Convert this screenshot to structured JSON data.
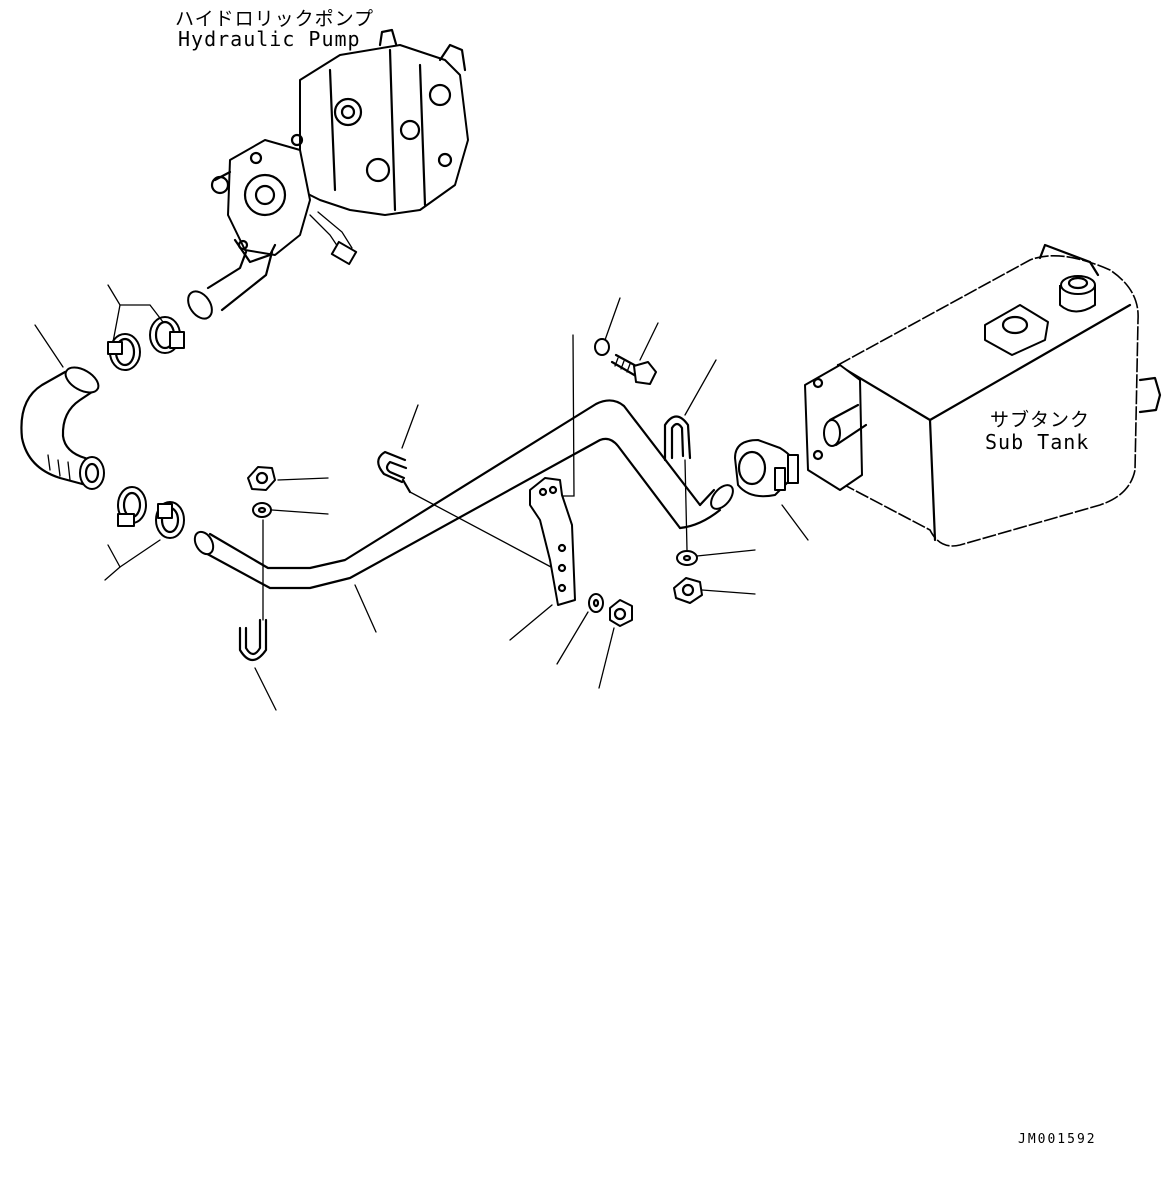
{
  "labels": {
    "pump_jp": "ハイドロリックポンプ",
    "pump_en": "Hydraulic Pump",
    "tank_jp": "サブタンク",
    "tank_en": "Sub Tank",
    "drawing_code": "JM001592"
  },
  "icons": {
    "pump": "hydraulic-pump-illustration",
    "tank": "sub-tank-illustration",
    "hose": "hose-illustration",
    "tube": "tube-illustration",
    "clamp": "hose-clamp-illustration",
    "bracket": "bracket-illustration",
    "bolt": "bolt-illustration",
    "nut": "nut-illustration",
    "washer": "washer-illustration",
    "u_bolt": "u-bolt-illustration"
  }
}
